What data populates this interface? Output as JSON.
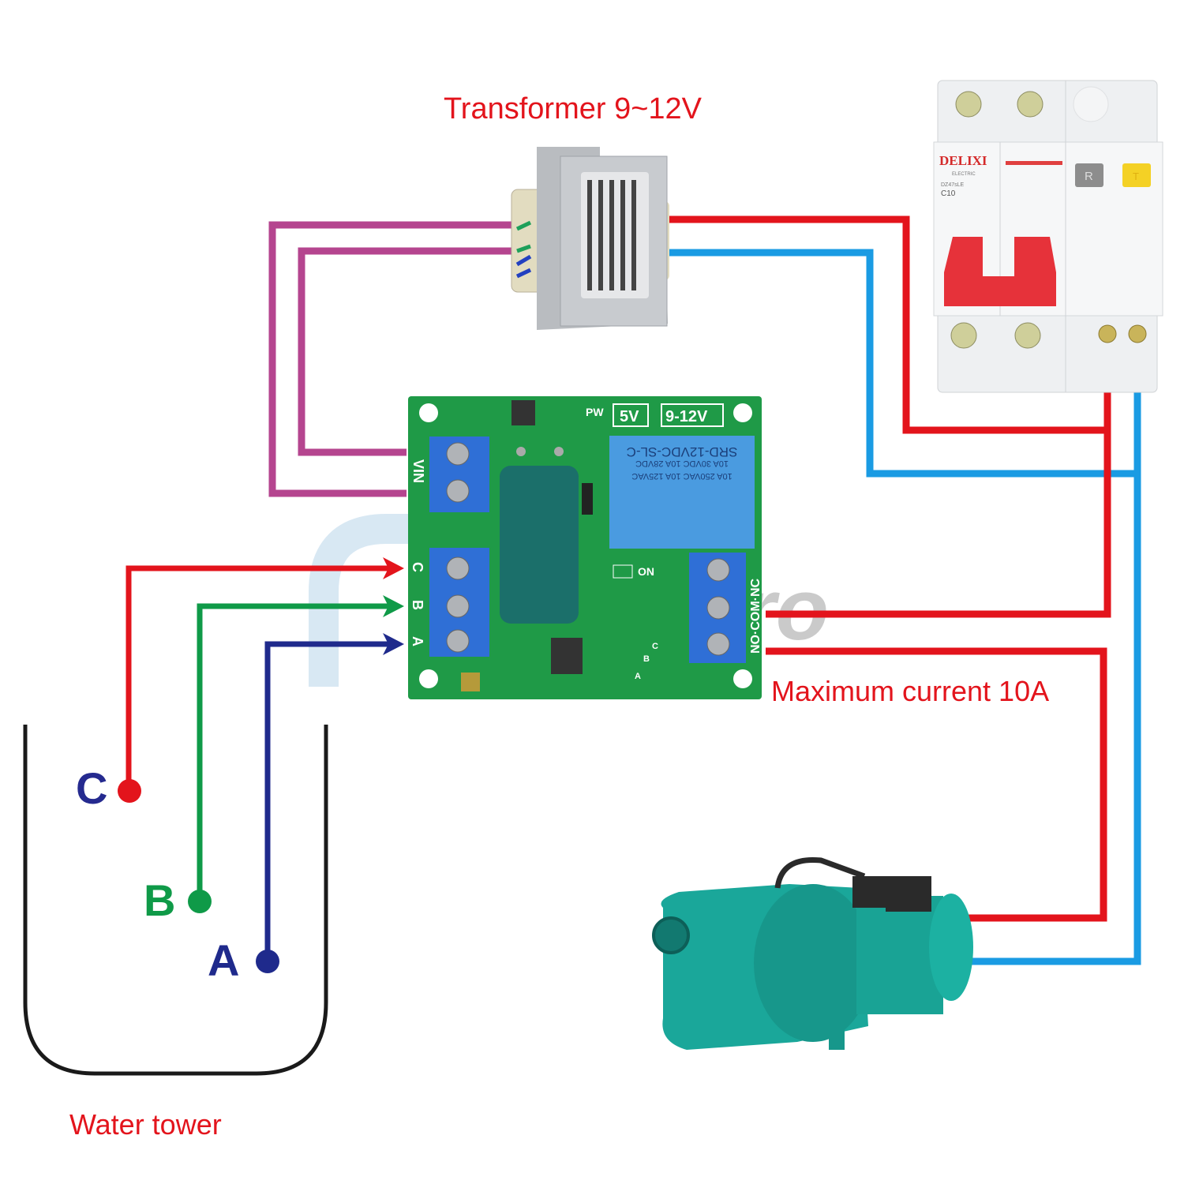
{
  "labels": {
    "transformer": "Transformer 9~12V",
    "max_current": "Maximum current 10A",
    "water_tower": "Water tower",
    "watermark": "ro"
  },
  "probes": [
    {
      "id": "C",
      "label": "C",
      "wire_color": "#e3141c",
      "label_color": "#252a8f"
    },
    {
      "id": "B",
      "label": "B",
      "wire_color": "#0f9a48",
      "label_color": "#0f9a48"
    },
    {
      "id": "A",
      "label": "A",
      "wire_color": "#1f2a8c",
      "label_color": "#1f2a8c"
    }
  ],
  "board": {
    "vin_label": "VIN",
    "input_terminals": [
      "C",
      "B",
      "A"
    ],
    "output_label": "NO·COM·NC",
    "jumper_5v": "5V",
    "jumper_12v": "9-12V",
    "pw_label": "PW",
    "on_label": "ON",
    "sensor_marks": [
      "C",
      "B",
      "A"
    ],
    "relay": {
      "model": "SRD-12VDC-SL-C",
      "rating_line1": "10A 30VDC 10A 28VDC",
      "rating_line2": "10A 250VAC 10A 125VAC"
    }
  },
  "breaker": {
    "brand": "DELIXI",
    "sub": "ELECTRIC",
    "model": "DZ47sLE",
    "rating": "C10",
    "reset_btn": "R",
    "test_btn": "T"
  },
  "colors": {
    "live": "#e3141c",
    "neutral": "#1a9be3",
    "transformer_secondary": "#b5458f",
    "pcb": "#1f9a47",
    "terminal": "#2f6fd6",
    "pump": "#1aa79a"
  }
}
